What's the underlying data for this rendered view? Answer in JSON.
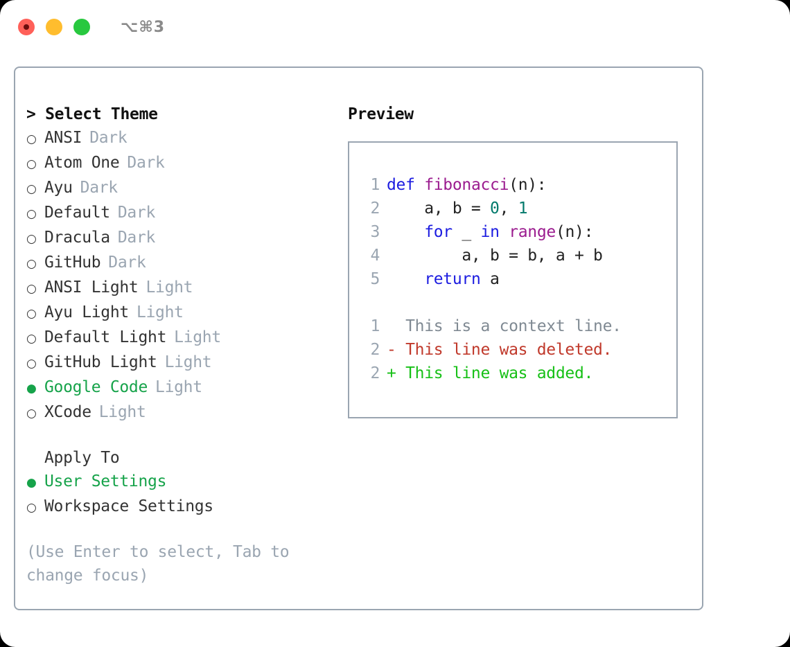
{
  "titlebar": {
    "traffic_lights": [
      "close",
      "minimize",
      "maximize"
    ],
    "shortcut": "⌥⌘3"
  },
  "theme_picker": {
    "header": "> Select Theme",
    "options": [
      {
        "marker": "○",
        "label": "ANSI",
        "tag": "Dark",
        "selected": false
      },
      {
        "marker": "○",
        "label": "Atom One",
        "tag": "Dark",
        "selected": false
      },
      {
        "marker": "○",
        "label": "Ayu",
        "tag": "Dark",
        "selected": false
      },
      {
        "marker": "○",
        "label": "Default",
        "tag": "Dark",
        "selected": false
      },
      {
        "marker": "○",
        "label": "Dracula",
        "tag": "Dark",
        "selected": false
      },
      {
        "marker": "○",
        "label": "GitHub",
        "tag": "Dark",
        "selected": false
      },
      {
        "marker": "○",
        "label": "ANSI Light",
        "tag": "Light",
        "selected": false
      },
      {
        "marker": "○",
        "label": "Ayu Light",
        "tag": "Light",
        "selected": false
      },
      {
        "marker": "○",
        "label": "Default Light",
        "tag": "Light",
        "selected": false
      },
      {
        "marker": "○",
        "label": "GitHub Light",
        "tag": "Light",
        "selected": false
      },
      {
        "marker": "●",
        "label": "Google Code",
        "tag": "Light",
        "selected": true
      },
      {
        "marker": "○",
        "label": "XCode",
        "tag": "Light",
        "selected": false
      }
    ]
  },
  "apply_to": {
    "header": "Apply To",
    "options": [
      {
        "marker": "●",
        "label": "User Settings",
        "selected": true
      },
      {
        "marker": "○",
        "label": "Workspace Settings",
        "selected": false
      }
    ]
  },
  "hint": "(Use Enter to select, Tab to change focus)",
  "preview": {
    "title": "Preview",
    "code_lines": [
      {
        "number": "1",
        "tokens": [
          {
            "text": "def ",
            "kind": "kw"
          },
          {
            "text": "fibonacci",
            "kind": "fn"
          },
          {
            "text": "(n):",
            "kind": "pl"
          }
        ]
      },
      {
        "number": "2",
        "tokens": [
          {
            "text": "    a, b = ",
            "kind": "pl"
          },
          {
            "text": "0",
            "kind": "num"
          },
          {
            "text": ", ",
            "kind": "pl"
          },
          {
            "text": "1",
            "kind": "num"
          }
        ]
      },
      {
        "number": "3",
        "tokens": [
          {
            "text": "    ",
            "kind": "pl"
          },
          {
            "text": "for",
            "kind": "kw"
          },
          {
            "text": " _ ",
            "kind": "pl"
          },
          {
            "text": "in",
            "kind": "kw"
          },
          {
            "text": " ",
            "kind": "pl"
          },
          {
            "text": "range",
            "kind": "fn"
          },
          {
            "text": "(n):",
            "kind": "pl"
          }
        ]
      },
      {
        "number": "4",
        "tokens": [
          {
            "text": "        a, b = b, a + b",
            "kind": "pl"
          }
        ]
      },
      {
        "number": "5",
        "tokens": [
          {
            "text": "    ",
            "kind": "pl"
          },
          {
            "text": "return",
            "kind": "kw"
          },
          {
            "text": " a",
            "kind": "pl"
          }
        ]
      }
    ],
    "diff_lines": [
      {
        "number": "1",
        "text": "  This is a context line.",
        "kind": "context"
      },
      {
        "number": "2",
        "text": "- This line was deleted.",
        "kind": "deleted"
      },
      {
        "number": "2",
        "text": "+ This line was added.",
        "kind": "added"
      }
    ]
  },
  "colors": {
    "accent_green": "#16a34a",
    "border": "#9aa5b1",
    "muted": "#9aa5b1",
    "keyword": "#1c1ce0",
    "function": "#9b1c8f",
    "number": "#00796b",
    "diff_deleted": "#c0392b",
    "diff_added": "#16c016",
    "diff_context": "#808a93",
    "traffic_close": "#ff6059",
    "traffic_min": "#ffbd2e",
    "traffic_max": "#28c83f"
  }
}
